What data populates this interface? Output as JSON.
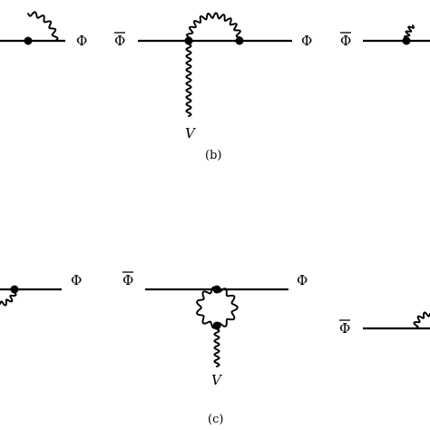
{
  "labels": {
    "phi": "Φ",
    "phibar": "Φ",
    "vertex": "V"
  },
  "captions": {
    "b": "(b)",
    "c": "(c)"
  }
}
